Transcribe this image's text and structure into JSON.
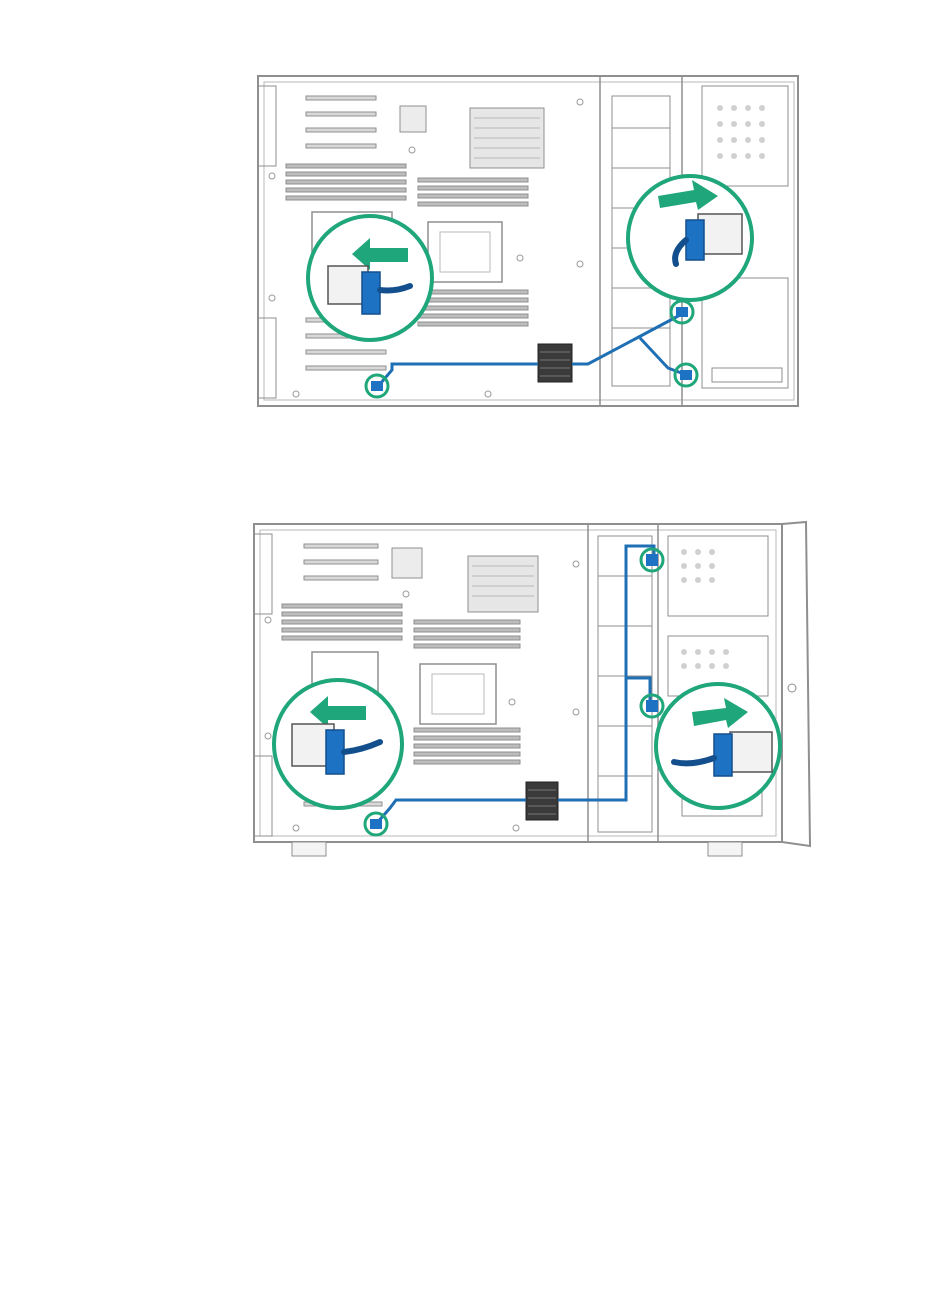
{
  "colors": {
    "line": "#8f8f8f",
    "line_light": "#b8b8b8",
    "cable": "#1f6fb5",
    "connector": "#1d72c4",
    "connector_dark": "#134f8d",
    "callout": "#1fa67a",
    "plug_body": "#f2f2f2",
    "heatsink": "#3a3a3a",
    "background": "#ffffff"
  },
  "figures": [
    {
      "name": "figure-1-cable-routing",
      "callout_arrows": [
        "left",
        "right"
      ],
      "endpoints": 3
    },
    {
      "name": "figure-2-cable-routing",
      "callout_arrows": [
        "left",
        "right"
      ],
      "endpoints": 3
    }
  ]
}
